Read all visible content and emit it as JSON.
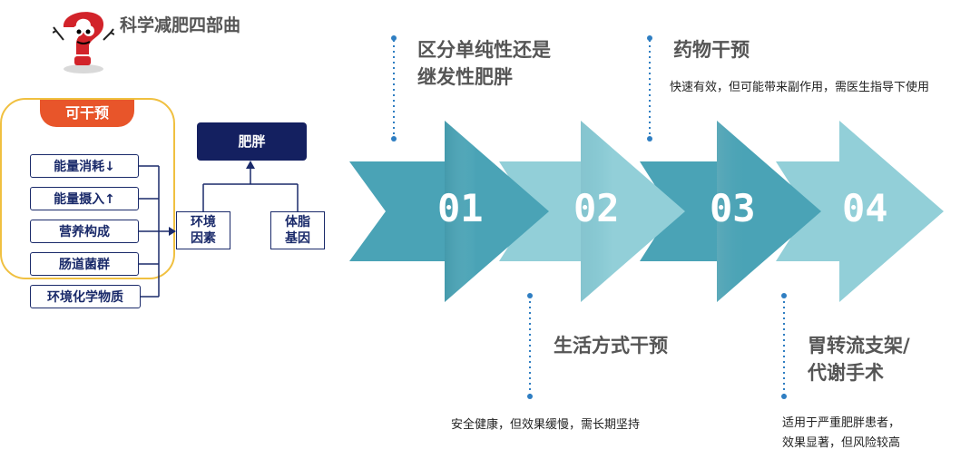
{
  "header": {
    "title": "科学减肥四部曲",
    "logo_icon": "question-mark-mascot-icon"
  },
  "left": {
    "panel_label": "可干预",
    "factors": [
      "能量消耗↓",
      "能量摄入↑",
      "营养构成",
      "肠道菌群"
    ],
    "extra_factor": "环境化学物质",
    "env_box": [
      "环境",
      "因素"
    ],
    "gene_box": [
      "体脂",
      "基因"
    ],
    "result_box": "肥胖"
  },
  "stages": [
    {
      "num": "01",
      "title_lines": [
        "区分单纯性还是",
        "继发性肥胖"
      ],
      "note_lines": []
    },
    {
      "num": "02",
      "title_lines": [
        "生活方式干预"
      ],
      "note_lines": [
        "安全健康，但效果缓慢，需长期坚持"
      ]
    },
    {
      "num": "03",
      "title_lines": [
        "药物干预"
      ],
      "note_lines": [
        "快速有效，但可能带来副作用，需医生指导下使用"
      ]
    },
    {
      "num": "04",
      "title_lines": [
        "胃转流支架/",
        "代谢手术"
      ],
      "note_lines": [
        "适用于严重肥胖患者，",
        "效果显著，但风险较高"
      ]
    }
  ],
  "colors": {
    "navy": "#142060",
    "orange": "#e8552a",
    "yellow": "#f0c040",
    "teal_dark": "#4aa3b6",
    "teal_light": "#92cfd8",
    "dot": "#2f7ec2"
  }
}
